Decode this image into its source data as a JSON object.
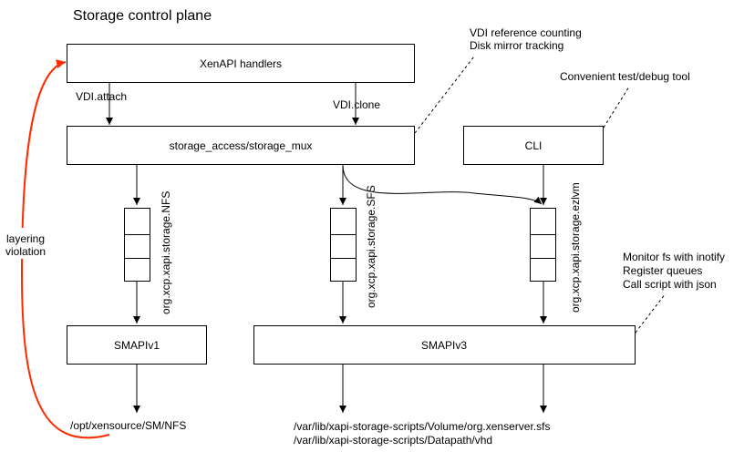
{
  "title": "Storage control plane",
  "boxes": {
    "xenapi": "XenAPI handlers",
    "storage_mux": "storage_access/storage_mux",
    "cli": "CLI",
    "smapiv1": "SMAPIv1",
    "smapiv3": "SMAPIv3"
  },
  "edges": {
    "vdi_attach": "VDI.attach",
    "vdi_clone": "VDI.clone"
  },
  "queues": {
    "nfs": "org.xcp.xapi.storage.NFS",
    "sfs": "org.xcp.xapi.storage.SFS",
    "ezlvm": "org.xcp.xapi.storage.ezlvm"
  },
  "notes": {
    "mux_note": [
      "VDI reference counting",
      "Disk mirror tracking"
    ],
    "cli_note": "Convenient test/debug tool",
    "smapiv3_note": [
      "Monitor fs with inotify",
      "Register queues",
      "Call script with json"
    ],
    "layering": [
      "layering",
      "violation"
    ]
  },
  "paths": {
    "nfs_path": "/opt/xensource/SM/NFS",
    "sfs_paths": [
      "/var/lib/xapi-storage-scripts/Volume/org.xenserver.sfs",
      "/var/lib/xapi-storage-scripts/Datapath/vhd"
    ]
  },
  "colors": {
    "violation": "#ff2a00",
    "stroke": "#000000"
  }
}
